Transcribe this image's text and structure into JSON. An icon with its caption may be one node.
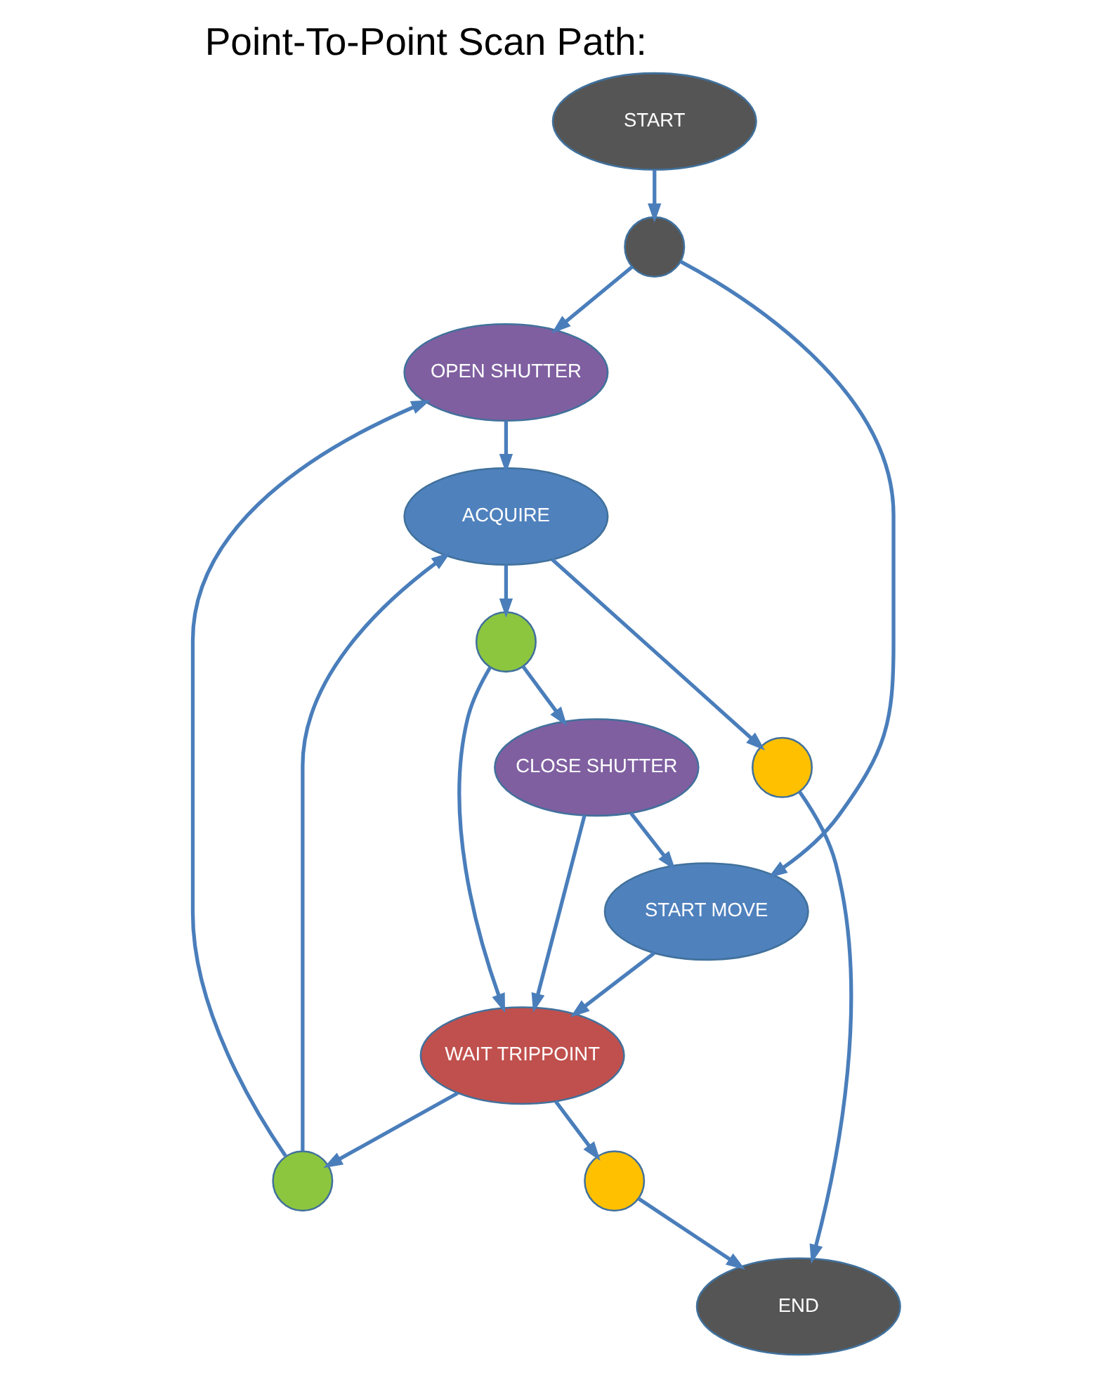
{
  "diagram": {
    "title": "Point-To-Point Scan Path:",
    "nodes": [
      {
        "text": [
          "START"
        ]
      },
      {
        "text": [],
        "shape": "circle"
      },
      {
        "text": [
          "OPEN SHUTTER"
        ]
      },
      {
        "text": [],
        "shape": "circle"
      },
      {
        "text": [
          "ACQUIRE"
        ]
      },
      {
        "text": [
          "START MOVE"
        ]
      },
      {
        "text": [],
        "shape": "circle"
      },
      {
        "text": [
          "WAIT TRIPPOINT"
        ]
      },
      {
        "text": [
          "CLOSE SHUTTER"
        ]
      },
      {
        "text": [],
        "shape": "circle"
      },
      {
        "text": [],
        "shape": "circle"
      },
      {
        "text": [
          "END"
        ]
      }
    ],
    "edges": [
      {
        "from": 0,
        "to": 1,
        "arrow": "to"
      },
      {
        "from": 1,
        "to": 2,
        "arrow": "to"
      },
      {
        "from": 1,
        "to": 5,
        "arrow": "to"
      },
      {
        "from": 3,
        "to": 2,
        "arrow": "to"
      },
      {
        "from": 3,
        "to": 4,
        "arrow": "to"
      },
      {
        "from": 2,
        "to": 4,
        "arrow": "to"
      },
      {
        "from": 4,
        "to": 6,
        "arrow": "to"
      },
      {
        "from": 4,
        "to": 10,
        "arrow": "to"
      },
      {
        "from": 6,
        "to": 7,
        "arrow": "to"
      },
      {
        "from": 6,
        "to": 8,
        "arrow": "to"
      },
      {
        "from": 7,
        "to": 3,
        "arrow": "to"
      },
      {
        "from": 5,
        "to": 7,
        "arrow": "to"
      },
      {
        "from": 8,
        "to": 7,
        "arrow": "to"
      },
      {
        "from": 8,
        "to": 5,
        "arrow": "to"
      },
      {
        "from": 7,
        "to": 9,
        "arrow": "to"
      },
      {
        "from": 9,
        "to": 11,
        "arrow": "to"
      },
      {
        "from": 10,
        "to": 11,
        "arrow": "to"
      }
    ]
  }
}
